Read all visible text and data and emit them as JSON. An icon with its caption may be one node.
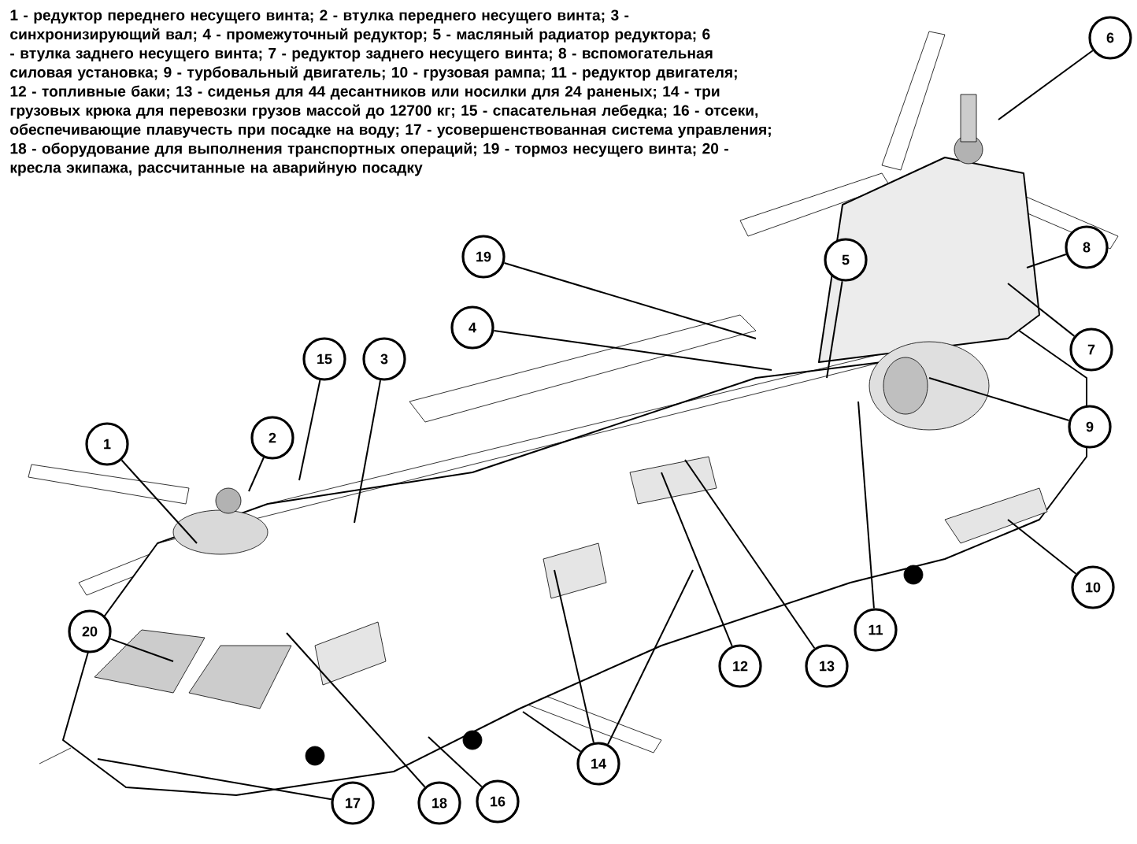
{
  "diagram": {
    "nodes": [
      {
        "text": [
          "1"
        ]
      },
      {
        "text": [
          "2"
        ]
      },
      {
        "text": [
          "3"
        ]
      },
      {
        "text": [
          "4"
        ]
      },
      {
        "text": [
          "5"
        ]
      },
      {
        "text": [
          "6"
        ]
      },
      {
        "text": [
          "7"
        ]
      },
      {
        "text": [
          "8"
        ]
      },
      {
        "text": [
          "9"
        ]
      },
      {
        "text": [
          "10"
        ]
      },
      {
        "text": [
          "11"
        ]
      },
      {
        "text": [
          "12"
        ]
      },
      {
        "text": [
          "13"
        ]
      },
      {
        "text": [
          "14"
        ]
      },
      {
        "text": [
          "15"
        ]
      },
      {
        "text": [
          "16"
        ]
      },
      {
        "text": [
          "17"
        ]
      },
      {
        "text": [
          "18"
        ]
      },
      {
        "text": [
          "19"
        ]
      },
      {
        "text": [
          "20"
        ]
      }
    ],
    "edges": [
      {
        "from": 0,
        "to": null,
        "arrow": "none"
      },
      {
        "from": 1,
        "to": null,
        "arrow": "none"
      },
      {
        "from": 2,
        "to": null,
        "arrow": "none"
      },
      {
        "from": 3,
        "to": null,
        "arrow": "none"
      },
      {
        "from": 4,
        "to": null,
        "arrow": "none"
      },
      {
        "from": 5,
        "to": null,
        "arrow": "none"
      },
      {
        "from": 6,
        "to": null,
        "arrow": "none"
      },
      {
        "from": 7,
        "to": null,
        "arrow": "none"
      },
      {
        "from": 8,
        "to": null,
        "arrow": "none"
      },
      {
        "from": 9,
        "to": null,
        "arrow": "none"
      },
      {
        "from": 10,
        "to": null,
        "arrow": "none"
      },
      {
        "from": 11,
        "to": null,
        "arrow": "none"
      },
      {
        "from": 12,
        "to": null,
        "arrow": "none"
      },
      {
        "from": 13,
        "to": null,
        "arrow": "none"
      },
      {
        "from": 13,
        "to": null,
        "arrow": "none"
      },
      {
        "from": 13,
        "to": null,
        "arrow": "none"
      },
      {
        "from": 14,
        "to": null,
        "arrow": "none"
      },
      {
        "from": 15,
        "to": null,
        "arrow": "none"
      },
      {
        "from": 16,
        "to": null,
        "arrow": "none"
      },
      {
        "from": 17,
        "to": null,
        "arrow": "none"
      },
      {
        "from": 18,
        "to": null,
        "arrow": "none"
      },
      {
        "from": 19,
        "to": null,
        "arrow": "none"
      }
    ],
    "labels": [
      "1 - редуктор переднего несущего винта; 2 - втулка переднего несущего винта; 3 - синхронизирующий вал; 4 - промежуточный редуктор; 5 - масляный радиатор редуктора; 6 - втулка заднего несущего винта; 7 - редуктор заднего несущего винта; 8 - вспомогательная силовая установка; 9 - турбовальный двигатель; 10 - грузовая рампа; 11 - редуктор двигателя; 12 - топливные баки; 13 - сиденья для 44 десантников или носилки для 24 раненых; 14 - три грузовых крюка для перевозки грузов массой до 12700 кг; 15 - спасательная лебедка; 16 - отсеки, обеспечивающие плавучесть при посадке на воду; 17 - усовершенствованная система управления; 18 - оборудование для выполнения транспортных операций; 19 - тормоз несущего винта; 20 - кресла экипажа, рассчитанные на аварийную посадку"
    ]
  }
}
